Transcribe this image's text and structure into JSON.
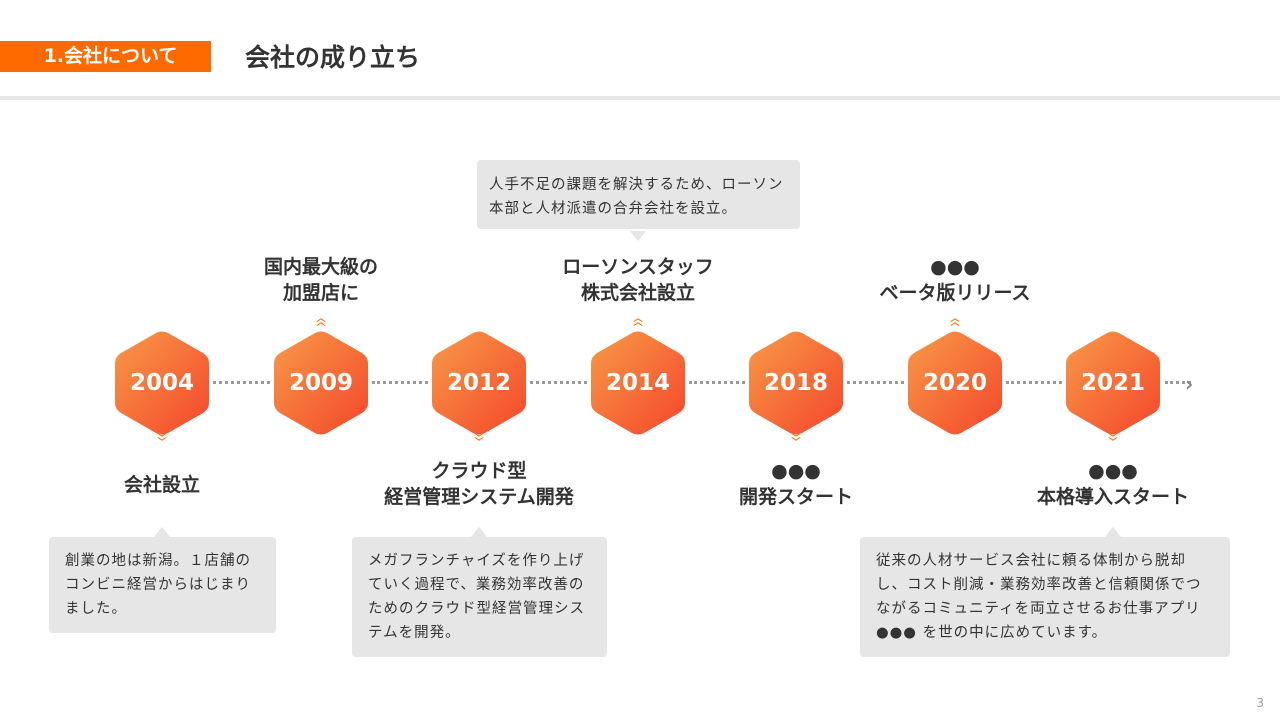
{
  "header": {
    "section": "1.会社について",
    "title": "会社の成り立ち"
  },
  "accent": "#ff6a00",
  "timeline": [
    {
      "year": "2004",
      "pos": "below",
      "label": [
        "会社設立"
      ],
      "desc": "創業の地は新潟。１店舗のコンビニ経営からはじまりました。"
    },
    {
      "year": "2009",
      "pos": "above",
      "label": [
        "国内最大級の",
        "加盟店に"
      ]
    },
    {
      "year": "2012",
      "pos": "below",
      "label": [
        "クラウド型",
        "経営管理システム開発"
      ],
      "desc": "メガフランチャイズを作り上げていく過程で、業務効率改善のためのクラウド型経営管理システムを開発。"
    },
    {
      "year": "2014",
      "pos": "above",
      "label": [
        "ローソンスタッフ",
        "株式会社設立"
      ],
      "desc": "人手不足の課題を解決するため、ローソン本部と人材派遣の合弁会社を設立。"
    },
    {
      "year": "2018",
      "pos": "below",
      "label": [
        "●●●",
        "開発スタート"
      ]
    },
    {
      "year": "2020",
      "pos": "above",
      "label": [
        "●●●",
        "ベータ版リリース"
      ]
    },
    {
      "year": "2021",
      "pos": "below",
      "label": [
        "●●●",
        "本格導入スタート"
      ],
      "desc": "従来の人材サービス会社に頼る体制から脱却し、コスト削減・業務効率改善と信頼関係でつながるコミュニティを両立させるお仕事アプリ ●●● を世の中に広めています。"
    }
  ],
  "page_number": "3"
}
